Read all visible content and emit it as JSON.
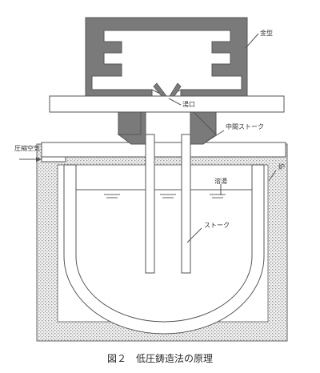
{
  "caption": "図２　低圧鋳造法の原理",
  "labels": {
    "mold": "金型",
    "gate": "湯口",
    "intermediate_stoke": "中間ストーク",
    "compressed_air": "圧縮空気",
    "furnace": "炉",
    "molten_metal": "溶湯",
    "stoke": "ストーク"
  },
  "colors": {
    "mold_fill": "#7a7a7a",
    "line": "#555555",
    "furnace_fill": "#e4e4e4",
    "label_text": "#333333"
  }
}
